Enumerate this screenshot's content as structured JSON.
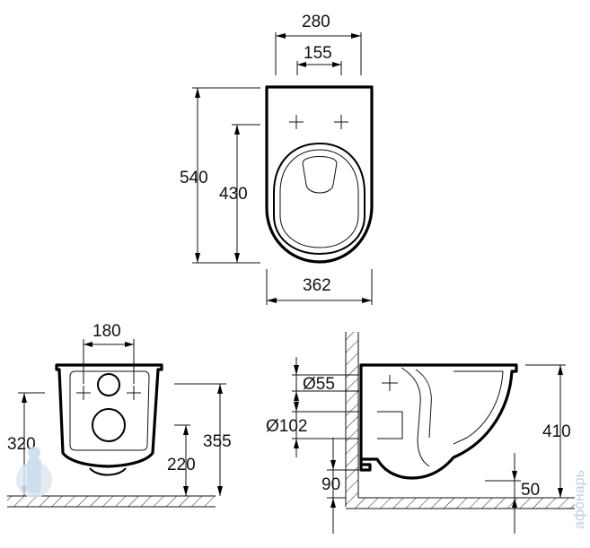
{
  "top_view": {
    "width_total": "280",
    "width_mount": "155",
    "length_total": "540",
    "length_bowl": "430",
    "width_bottom": "362"
  },
  "front_view": {
    "width_holes": "180",
    "height_inlet": "320",
    "height_rim": "355",
    "height_outlet": "220"
  },
  "side_view": {
    "dia_small": "Ø55",
    "dia_large": "Ø102",
    "height_total": "410",
    "height_outlet": "90",
    "offset_bottom": "50"
  },
  "watermark": "афонарь"
}
